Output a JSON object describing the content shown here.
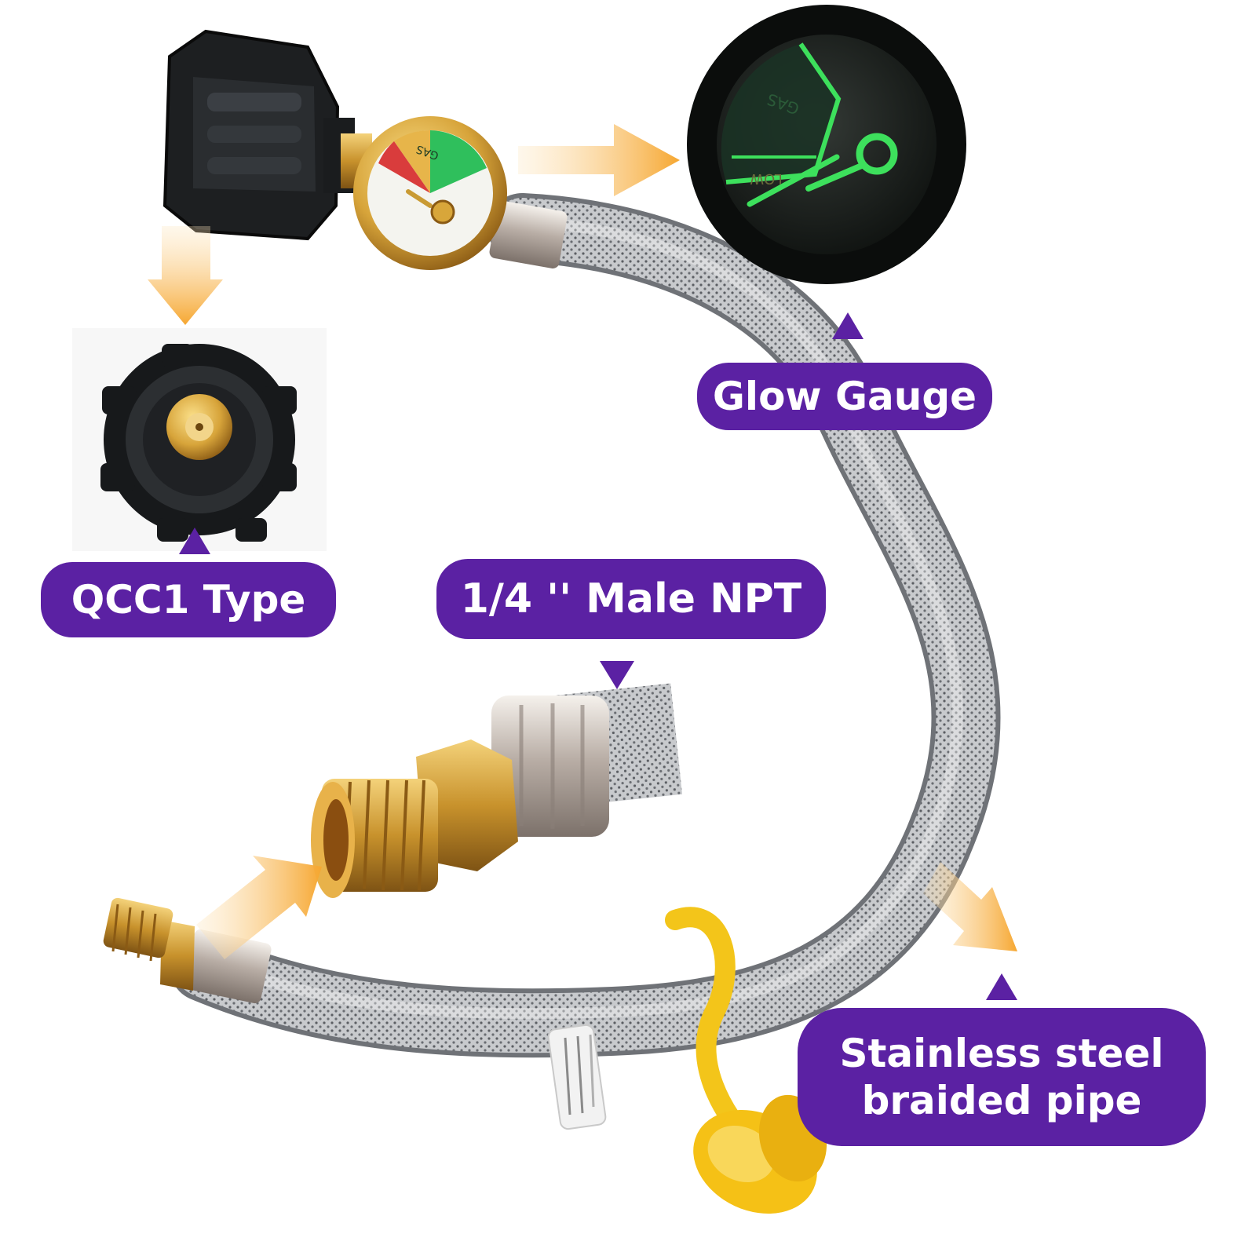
{
  "labels": {
    "glow_gauge": "Glow Gauge",
    "qcc1_type": "QCC1 Type",
    "male_npt": "1/4 '' Male NPT",
    "stainless_line1": "Stainless steel",
    "stainless_line2": "braided pipe"
  },
  "gauge_texts": {
    "small_gauge_top": "GAS",
    "large_gauge_top": "GAS",
    "large_gauge_bottom": "LOW"
  },
  "colors": {
    "label_background": "#5b21a3",
    "label_text": "#ffffff",
    "arrow": "#f6ad3a",
    "glow_green": "#3de05c",
    "brass": "#d9a93a",
    "hose": "#b9bcc0",
    "cap": "#f5c518"
  },
  "icons": [
    "arrow-icon",
    "triangle-pointer-icon"
  ]
}
